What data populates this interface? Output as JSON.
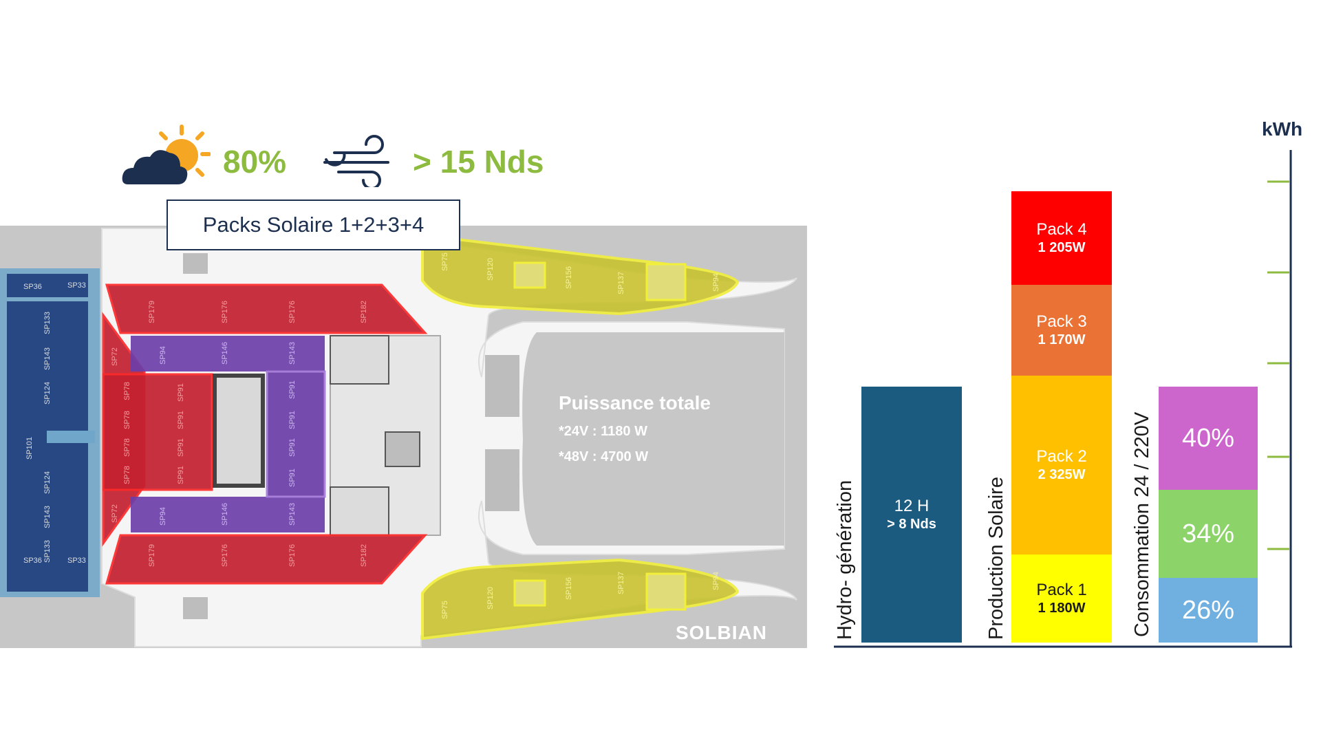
{
  "weather": {
    "sun_percent": "80%",
    "wind_speed": "> 15 Nds",
    "sun_icon": "sun-cloud-icon",
    "wind_icon": "wind-icon",
    "text_color": "#8dbb3f"
  },
  "boat": {
    "packs_label": "Packs Solaire 1+2+3+4",
    "power_title": "Puissance totale",
    "power_24v": "*24V : 1180 W",
    "power_48v": "*48V : 4700 W",
    "logo": "SOLBIAN",
    "colors": {
      "pack1": "#f7ef2a",
      "pack2": "#6b3ea8",
      "pack3": "#c42030",
      "pack4": "#1e3d7a"
    },
    "panels": {
      "blue_top": [
        "SP36",
        "SP33"
      ],
      "blue_column": [
        "SP133",
        "SP143",
        "SP124",
        "SP101",
        "SP124",
        "SP143",
        "SP133"
      ],
      "blue_bottom": [
        "SP36",
        "SP33"
      ],
      "red_top_row": [
        "SP179",
        "SP176",
        "SP176",
        "SP182"
      ],
      "red_side": [
        "SP72",
        "SP78",
        "SP78",
        "SP78",
        "SP78",
        "SP72"
      ],
      "red_inner": [
        "SP91",
        "SP91",
        "SP91",
        "SP91"
      ],
      "red_bottom_row": [
        "SP179",
        "SP176",
        "SP176",
        "SP182"
      ],
      "purple_top_row": [
        "SP94",
        "SP146",
        "SP143"
      ],
      "purple_center": [
        "SP91",
        "SP91",
        "SP91",
        "SP91"
      ],
      "purple_bottom_row": [
        "SP94",
        "SP146",
        "SP143"
      ],
      "yellow_top": [
        "SP75",
        "SP120",
        "SP156",
        "SP137",
        "SP94"
      ],
      "yellow_bottom": [
        "SP75",
        "SP120",
        "SP156",
        "SP137",
        "SP94"
      ]
    }
  },
  "chart": {
    "unit_label": "kWh",
    "hydro": {
      "axis_label": "Hydro- génération",
      "label": "12 H",
      "value": "> 8 Nds",
      "color": "#1b5b7f"
    },
    "solar": {
      "axis_label": "Production Solaire",
      "segments": [
        {
          "label": "Pack 1",
          "value": "1 180W",
          "color": "#ffff00"
        },
        {
          "label": "Pack 2",
          "value": "2 325W",
          "color": "#ffc000"
        },
        {
          "label": "Pack 3",
          "value": "1 170W",
          "color": "#ea7234"
        },
        {
          "label": "Pack 4",
          "value": "1 205W",
          "color": "#ff0000"
        }
      ]
    },
    "consumption": {
      "axis_label": "Consommation  24 / 220V",
      "segments": [
        {
          "label": "26%",
          "color": "#6fb0e0"
        },
        {
          "label": "34%",
          "color": "#8cd46a"
        },
        {
          "label": "40%",
          "color": "#cc66cc"
        }
      ]
    },
    "axis_color": "#1d2f4f",
    "tick_color": "#8dbb3f"
  }
}
